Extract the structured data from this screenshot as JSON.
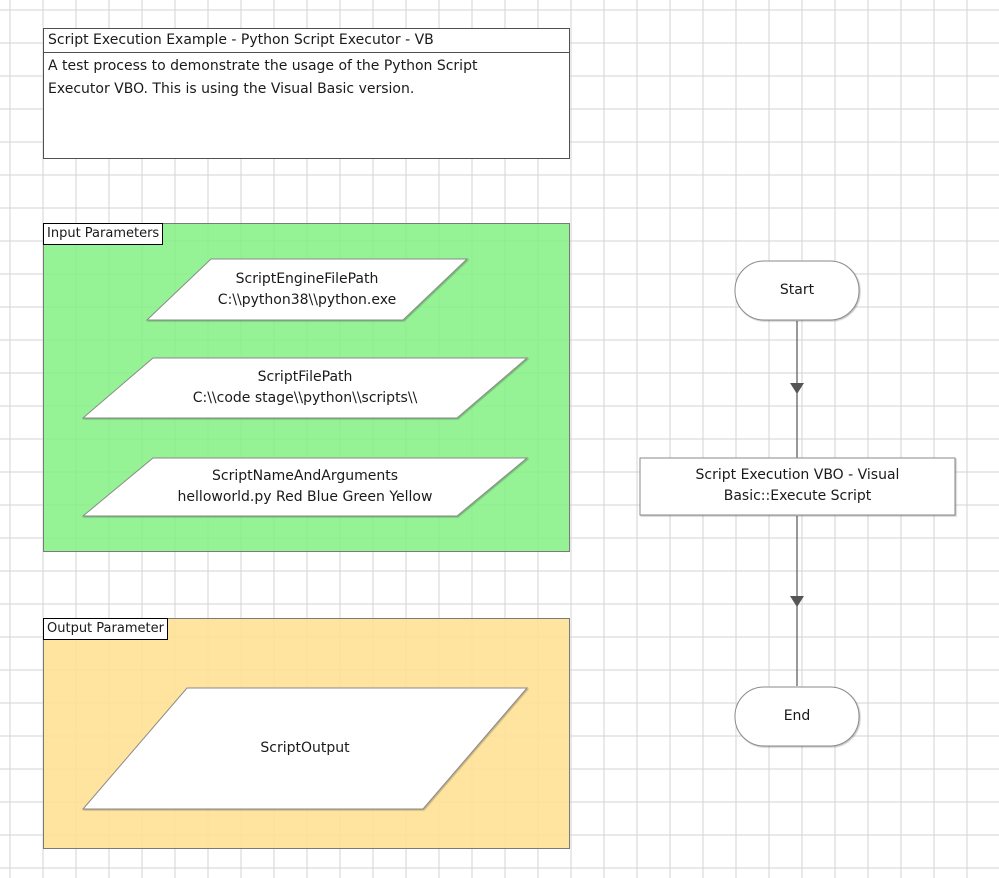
{
  "note": {
    "title": "Script Execution Example - Python Script Executor - VB",
    "body": "A test process to demonstrate the usage of the Python Script Executor VBO. This is using the Visual Basic version."
  },
  "input_block": {
    "label": "Input Parameters",
    "color": "#82f082",
    "params": [
      {
        "name": "ScriptEngineFilePath",
        "value": "C:\\\\python38\\\\python.exe"
      },
      {
        "name": "ScriptFilePath",
        "value": "C:\\\\code stage\\\\python\\\\scripts\\\\"
      },
      {
        "name": "ScriptNameAndArguments",
        "value": "helloworld.py Red Blue Green Yellow"
      }
    ]
  },
  "output_block": {
    "label": "Output Parameter",
    "color": "#ffe196",
    "params": [
      {
        "name": "ScriptOutput"
      }
    ]
  },
  "flow": {
    "start_label": "Start",
    "action_label_line1": "Script Execution VBO - Visual",
    "action_label_line2": "Basic::Execute Script",
    "end_label": "End"
  }
}
